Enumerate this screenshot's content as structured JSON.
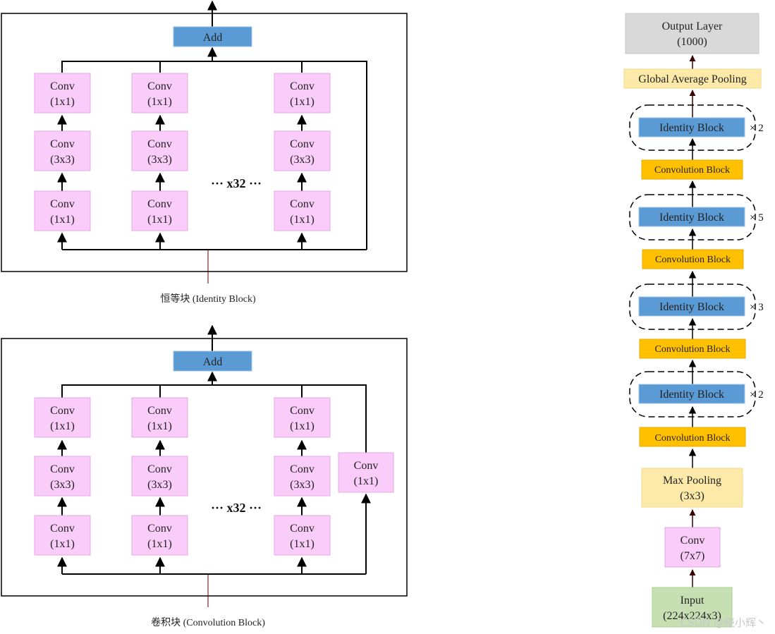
{
  "colors": {
    "conv": "#f9ccf9",
    "add": "#5b9bd5",
    "identity": "#5b9bd5",
    "convolution_block": "#ffc000",
    "pooling_gap": "#fde9a8",
    "max_pool": "#fde9a8",
    "input": "#c6e0b4",
    "output": "#d9d9d9",
    "line": "#000000",
    "arrow_dark": "#3a0000"
  },
  "identity_block": {
    "add_label": "Add",
    "conv1": [
      "Conv",
      "(1x1)"
    ],
    "conv2": [
      "Conv",
      "(3x3)"
    ],
    "conv3": [
      "Conv",
      "(1x1)"
    ],
    "multiplier": "··· x32 ···",
    "caption": "恒等块 (Identity Block)"
  },
  "convolution_block": {
    "add_label": "Add",
    "conv1": [
      "Conv",
      "(1x1)"
    ],
    "conv2": [
      "Conv",
      "(3x3)"
    ],
    "conv3": [
      "Conv",
      "(1x1)"
    ],
    "shortcut": [
      "Conv",
      "(1x1)"
    ],
    "multiplier": "··· x32 ···",
    "caption": "卷积块 (Convolution Block)"
  },
  "architecture": {
    "output": [
      "Output Layer",
      "(1000)"
    ],
    "gap": "Global Average Pooling",
    "identity_label": "Identity Block",
    "conv_block_label": "Convolution Block",
    "repeats": [
      "× 2",
      "× 5",
      "× 3",
      "× 2"
    ],
    "max_pool": [
      "Max Pooling",
      "(3x3)"
    ],
    "conv": [
      "Conv",
      "(7x7)"
    ],
    "input": [
      "Input",
      "(224x224x3)"
    ]
  },
  "watermark": "CSDN @晓小辉丶"
}
